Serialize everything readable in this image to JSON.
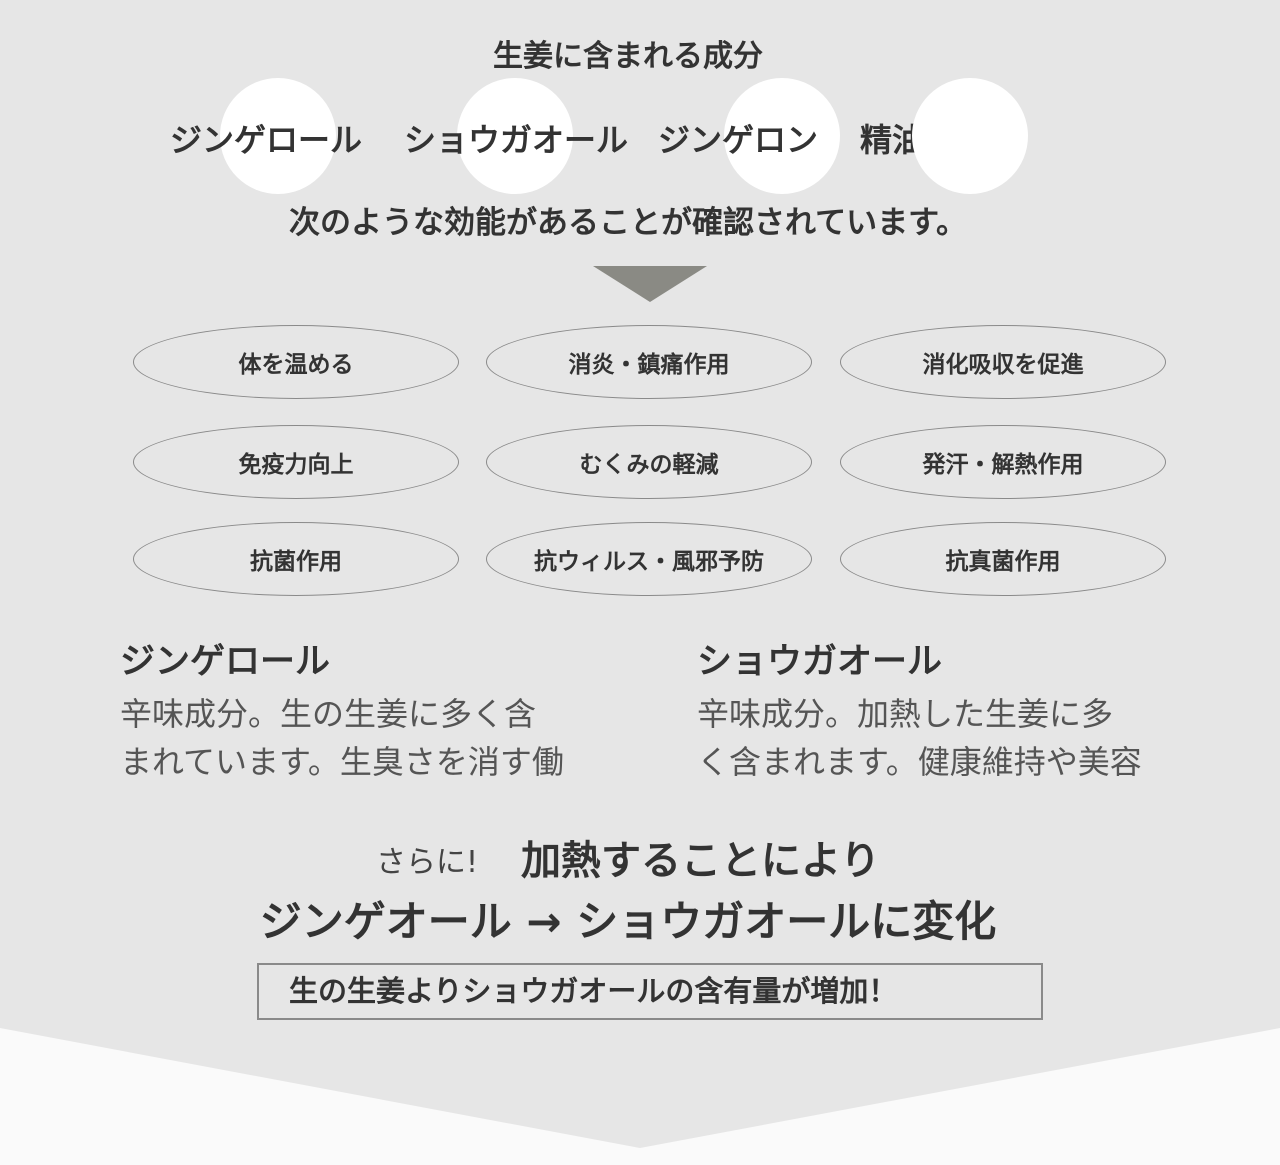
{
  "header": {
    "title": "生姜に含まれる成分"
  },
  "components": [
    {
      "label": "ジンゲロール"
    },
    {
      "label": "ショウガオール"
    },
    {
      "label": "ジンゲロン"
    },
    {
      "label": "精油"
    }
  ],
  "subtitle": "次のような効能があることが確認されています。",
  "effects": [
    "体を温める",
    "消炎・鎮痛作用",
    "消化吸収を促進",
    "免疫力向上",
    "むくみの軽減",
    "発汗・解熱作用",
    "抗菌作用",
    "抗ウィルス・風邪予防",
    "抗真菌作用"
  ],
  "descriptions": [
    {
      "title": "ジンゲロール",
      "lines": [
        "辛味成分。生の生姜に多く含",
        "まれています。生臭さを消す働"
      ]
    },
    {
      "title": "ショウガオール",
      "lines": [
        "辛味成分。加熱した生姜に多",
        "く含まれます。健康維持や美容"
      ]
    }
  ],
  "heating": {
    "prefix": "さらに!",
    "headline": "加熱することにより",
    "change": "ジンゲオール → ショウガオールに変化",
    "note": "生の生姜よりショウガオールの含有量が増加！"
  },
  "colors": {
    "panel_background": "#e6e6e6",
    "page_background": "#fafafa",
    "arrow": "#8a8a84",
    "text": "#333333",
    "border": "#8a8a8a"
  }
}
